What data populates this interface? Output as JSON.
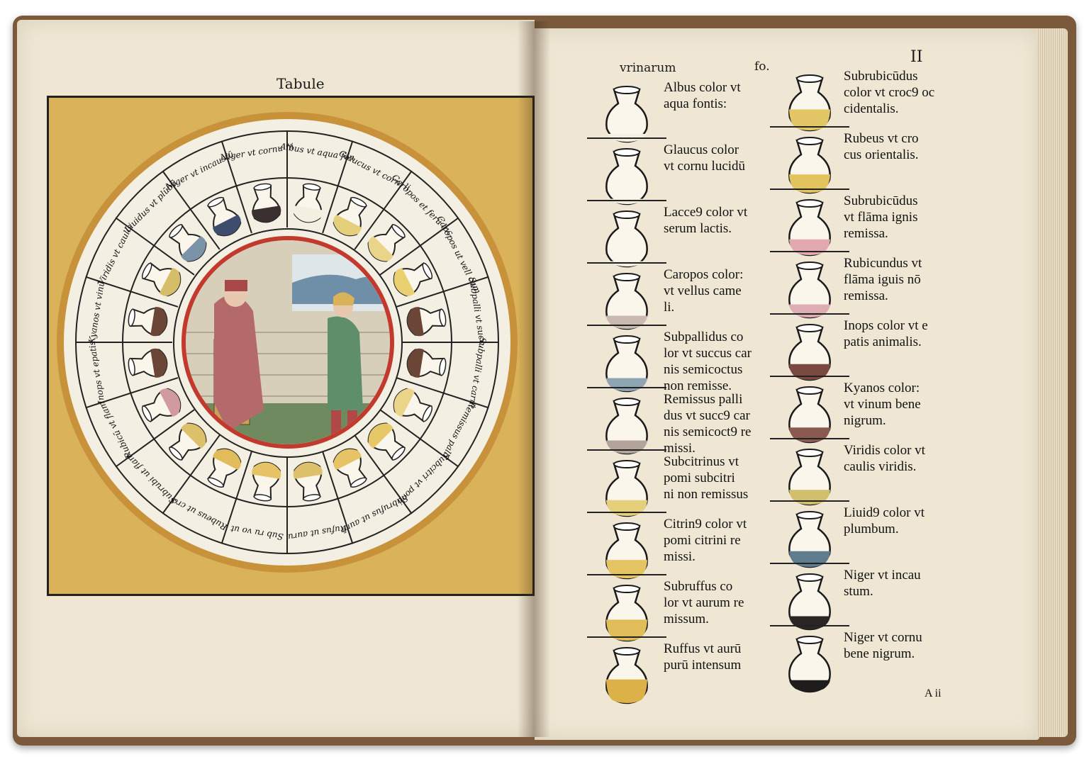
{
  "left_page": {
    "header": "Tabule",
    "wheel_labels": [
      "Albus vt aqua fon",
      "Glaucus vt corn. li",
      "Caropos et ferū lac.",
      "Caropos ut vell cam",
      "Subpalli vt succ.",
      "Subpalli vt carni",
      "Remissus palli",
      "Subcitri vt pomi",
      "Subrufus ut aurū",
      "Rufus ut auru",
      "Sub ru vo ut",
      "Rubeus ut cro",
      "Subrubi ut flam",
      "Rubicū vt flam",
      "Inops vt epatis",
      "Kyanos vt vinū",
      "Viridis vt caulis",
      "Liuidus vt plūbū",
      "Niger vt incaustū",
      "Niger vt cornu ni"
    ],
    "flask_colors": [
      "#f5efe2",
      "#e5cf7a",
      "#ead48a",
      "#ead070",
      "#6b4536",
      "#6b4536",
      "#ead48a",
      "#e7c868",
      "#e6c466",
      "#dcc06a",
      "#e6c466",
      "#e2bc5a",
      "#dcc06a",
      "#d09aa0",
      "#6b4536",
      "#6b4536",
      "#d6bd68",
      "#7a93a6",
      "#3e4d6e",
      "#3a3030"
    ]
  },
  "right_page": {
    "running_head_left": "vrinarum",
    "running_head_mid": "fo.",
    "folio": "II",
    "signature": "A ii",
    "left_column": [
      {
        "text": "Albus color vt\naqua fontis:",
        "liquid": "#f5efe2",
        "level": 0.15
      },
      {
        "text": "Glaucus color\nvt cornu lucidū",
        "liquid": "#f5efe2",
        "level": 0.1
      },
      {
        "text": "Lacce9 color vt\nserum lactis.",
        "liquid": "#f5efe2",
        "level": 0.1
      },
      {
        "text": "Caropos color:\nvt vellus came\nli.",
        "liquid": "#c9b9b0",
        "level": 0.25
      },
      {
        "text": "Subpallidus co\nlor vt succus car\nnis semicoctus\nnon remisse.",
        "liquid": "#8fa4b2",
        "level": 0.25
      },
      {
        "text": "Remissus palli\ndus vt succ9 car\nnis semicoct9 re\nmissi.",
        "liquid": "#b2a49a",
        "level": 0.25
      },
      {
        "text": "Subcitrinus vt\npomi subcitri\nni non remissus",
        "liquid": "#e6cf7a",
        "level": 0.3
      },
      {
        "text": "Citrin9 color vt\npomi citrini re\nmissi.",
        "liquid": "#e5c464",
        "level": 0.35
      },
      {
        "text": "Subruffus co\nlor vt aurum re\nmissum.",
        "liquid": "#e0bd58",
        "level": 0.4
      },
      {
        "text": "Ruffus vt aurū\npurū intensum",
        "liquid": "#dcb248",
        "level": 0.45
      }
    ],
    "right_column": [
      {
        "text": "Subrubicūdus\ncolor vt croc9 oc\ncidentalis.",
        "liquid": "#e3c766",
        "level": 0.4
      },
      {
        "text": "Rubeus vt cro\ncus orientalis.",
        "liquid": "#e2c35e",
        "level": 0.35
      },
      {
        "text": "Subrubicūdus\nvt flāma ignis\nremissa.",
        "liquid": "#e2aab0",
        "level": 0.3
      },
      {
        "text": "Rubicundus vt\nflāma iguis nō\nremissa.",
        "liquid": "#deadb3",
        "level": 0.25
      },
      {
        "text": "Inops color vt e\npatis animalis.",
        "liquid": "#7a4a40",
        "level": 0.3
      },
      {
        "text": "Kyanos color:\nvt vinum bene\nnigrum.",
        "liquid": "#8a5a50",
        "level": 0.28
      },
      {
        "text": "Viridis color vt\ncaulis viridis.",
        "liquid": "#d2bf6e",
        "level": 0.28
      },
      {
        "text": "Liuid9 color vt\nplumbum.",
        "liquid": "#5f7d8f",
        "level": 0.3
      },
      {
        "text": "Niger vt incau\nstum.",
        "liquid": "#2a2626",
        "level": 0.25
      },
      {
        "text": "Niger vt cornu\nbene nigrum.",
        "liquid": "#1f1c1c",
        "level": 0.22
      }
    ]
  }
}
